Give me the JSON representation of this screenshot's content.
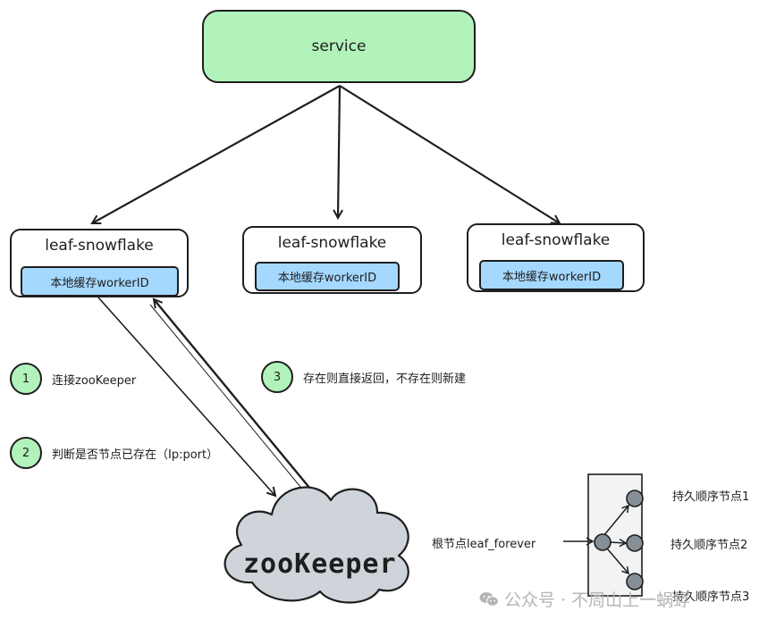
{
  "service": {
    "label": "service"
  },
  "instances": [
    {
      "title": "leaf-snowflake",
      "cache_label": "本地缓存workerID"
    },
    {
      "title": "leaf-snowflake",
      "cache_label": "本地缓存workerID"
    },
    {
      "title": "leaf-snowflake",
      "cache_label": "本地缓存workerID"
    }
  ],
  "steps": [
    {
      "number": "1",
      "text": "连接zooKeeper"
    },
    {
      "number": "2",
      "text": "判断是否节点已存在（Ip:port）"
    },
    {
      "number": "3",
      "text": "存在则直接返回，不存在则新建"
    }
  ],
  "zookeeper": {
    "label": "zooKeeper"
  },
  "tree": {
    "root_label": "根节点leaf_forever",
    "children": [
      "持久顺序节点1",
      "持久顺序节点2",
      "持久顺序节点3"
    ]
  },
  "watermark": {
    "text": "公众号 · 不周山上一蜗蜉"
  },
  "colors": {
    "service_fill": "#b2f2bb",
    "cache_fill": "#a5d8ff",
    "cloud_fill": "#ced4da",
    "step_fill": "#b2f2bb"
  }
}
